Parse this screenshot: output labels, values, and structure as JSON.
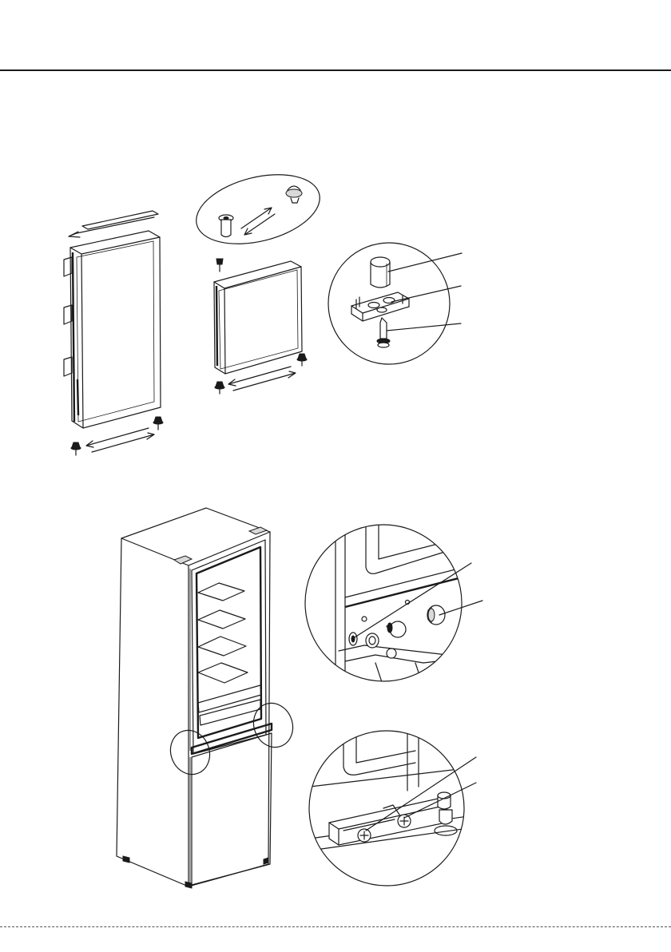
{
  "figure": {
    "panels": [
      "top-left-door-reversal",
      "detail-hinge-pin-circle",
      "bottom-fridge-hinge-details"
    ]
  },
  "icons": {
    "hinge_cover": "hinge-cover-icon",
    "door_stop": "door-stop-icon",
    "hinge_pin": "hinge-pin-icon"
  },
  "colors": {
    "line": "#1a1a1a",
    "background": "#ffffff"
  }
}
